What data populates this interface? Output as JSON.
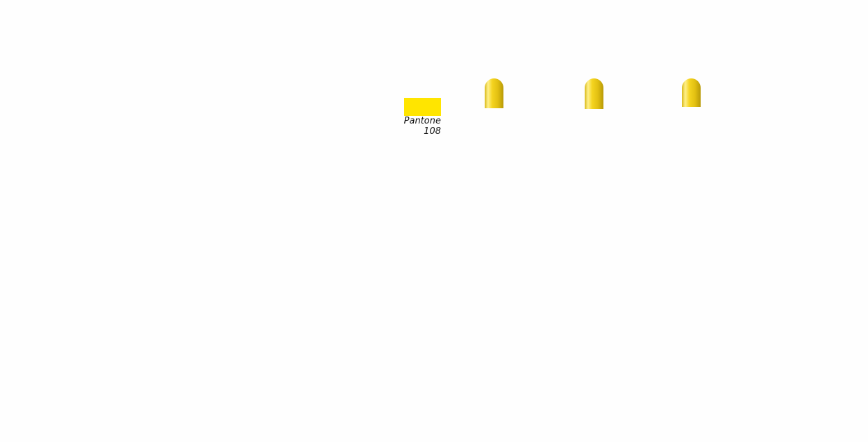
{
  "swatch": {
    "color": "#ffe500",
    "label_line1": "Pantone",
    "label_line2": "108"
  },
  "caps": [
    {
      "name": "cap-1",
      "color": "#f0cf1c"
    },
    {
      "name": "cap-2",
      "color": "#f0cf1c"
    },
    {
      "name": "cap-3",
      "color": "#f0cf1c"
    }
  ]
}
